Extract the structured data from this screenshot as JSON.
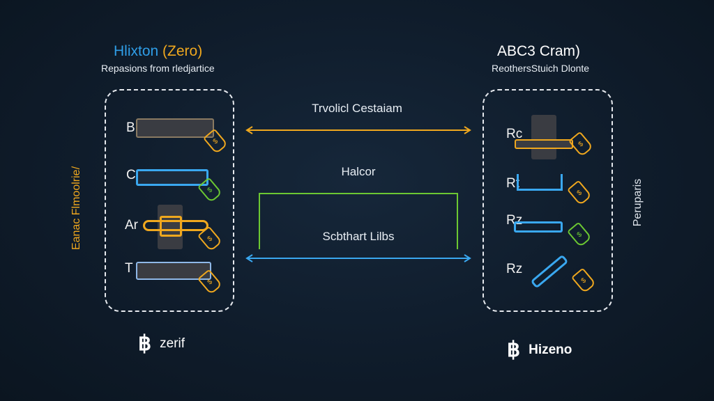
{
  "left": {
    "title_a": "Hlixton",
    "title_b": "(Zero)",
    "subtitle": "Repasions from rledjartice",
    "side_label": "Eanac Flmoolrie/",
    "rows": [
      "B",
      "C",
      "Ar",
      "T"
    ],
    "brand": "zerif",
    "brand_icon": "bitcoin-icon"
  },
  "right": {
    "title": "ABC3 Cram)",
    "subtitle": "ReothersStuich Dlonte",
    "side_label": "Peruparis",
    "rows": [
      "Rc",
      "Rt",
      "Rz",
      "Rz"
    ],
    "brand": "Hizeno",
    "brand_icon": "bitcoin-icon"
  },
  "center": {
    "top_label": "Trvolicl Cestaiam",
    "mid_label": "Halcor",
    "bottom_label": "Scbthart Lilbs"
  },
  "colors": {
    "orange": "#f0a81e",
    "blue": "#3aa8f0",
    "green": "#6cc832"
  }
}
